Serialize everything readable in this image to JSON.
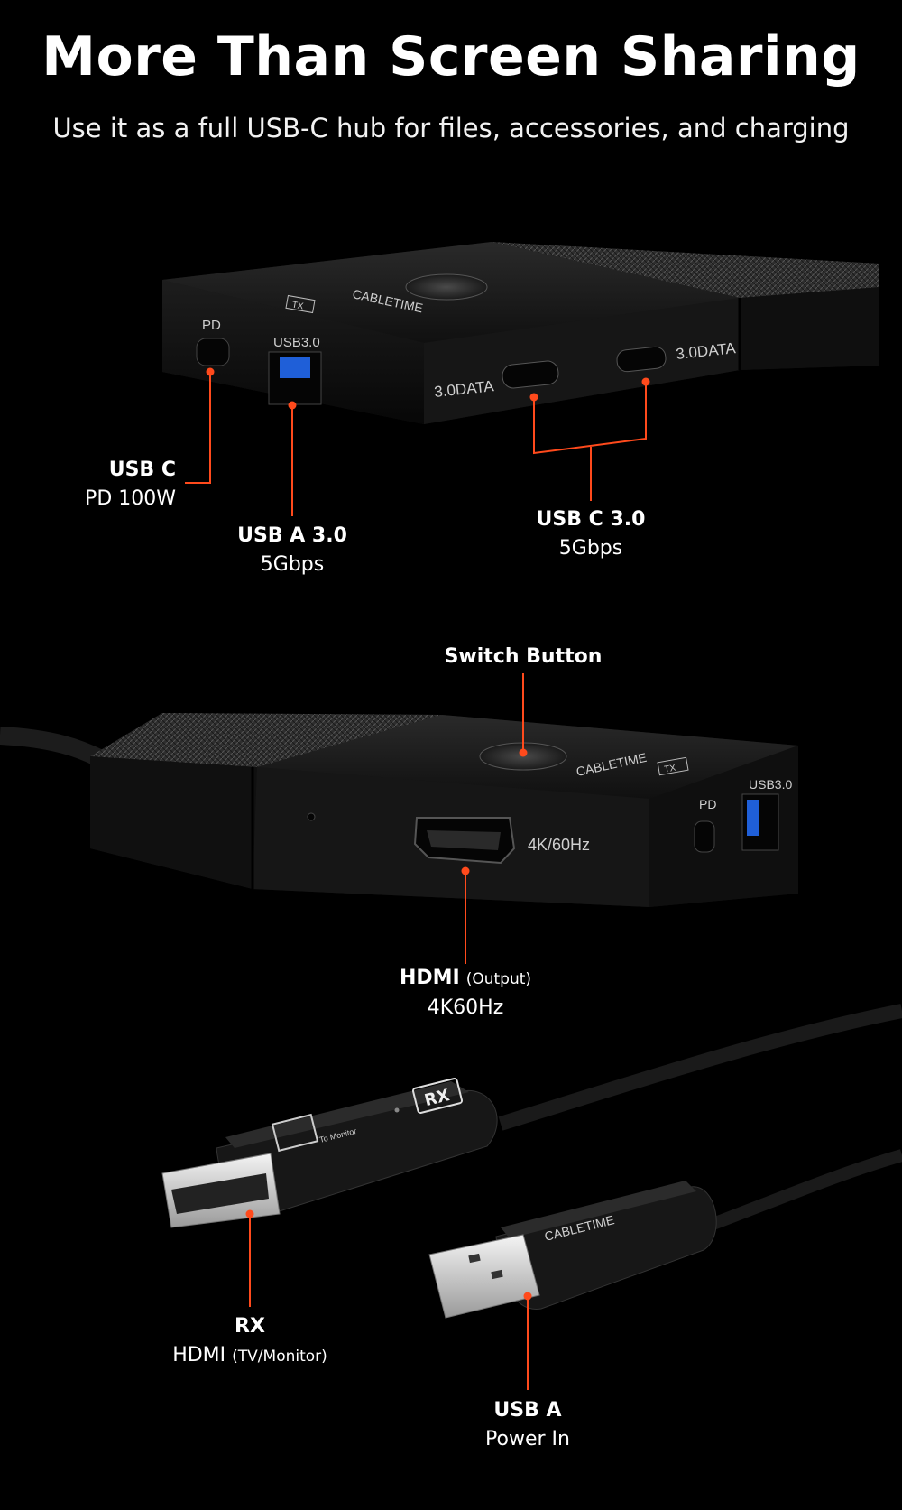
{
  "heading": {
    "title": "More Than Screen Sharing",
    "subtitle": "Use it as a full USB-C hub for files, accessories, and charging"
  },
  "device_top": {
    "brand": "CABLETIME",
    "tx_badge": "TX",
    "port_labels": {
      "pd": "PD",
      "usb3": "USB3.0",
      "data_left": "3.0DATA",
      "data_right": "3.0DATA"
    }
  },
  "device_mid": {
    "brand": "CABLETIME",
    "tx_badge": "TX",
    "port_labels": {
      "hdmi": "4K/60Hz",
      "pd": "PD",
      "usb3": "USB3.0"
    }
  },
  "receiver": {
    "badge": "RX",
    "side_text": "To Monitor",
    "usb_brand": "CABLETIME"
  },
  "callouts": {
    "usb_c": {
      "title": "USB C",
      "detail": "PD 100W"
    },
    "usb_a3": {
      "title": "USB A 3.0",
      "detail": "5Gbps"
    },
    "usb_c3": {
      "title": "USB C 3.0",
      "detail": "5Gbps"
    },
    "switch": {
      "title": "Switch Button"
    },
    "hdmi": {
      "title": "HDMI",
      "title_note": "(Output)",
      "detail": "4K60Hz"
    },
    "rx": {
      "title": "RX",
      "detail": "HDMI",
      "detail_note": "(TV/Monitor)"
    },
    "usb_a": {
      "title": "USB A",
      "detail": "Power In"
    }
  },
  "colors": {
    "background": "#000000",
    "accent_line": "#ff4a1c",
    "device_body": "#1b1b1b"
  }
}
